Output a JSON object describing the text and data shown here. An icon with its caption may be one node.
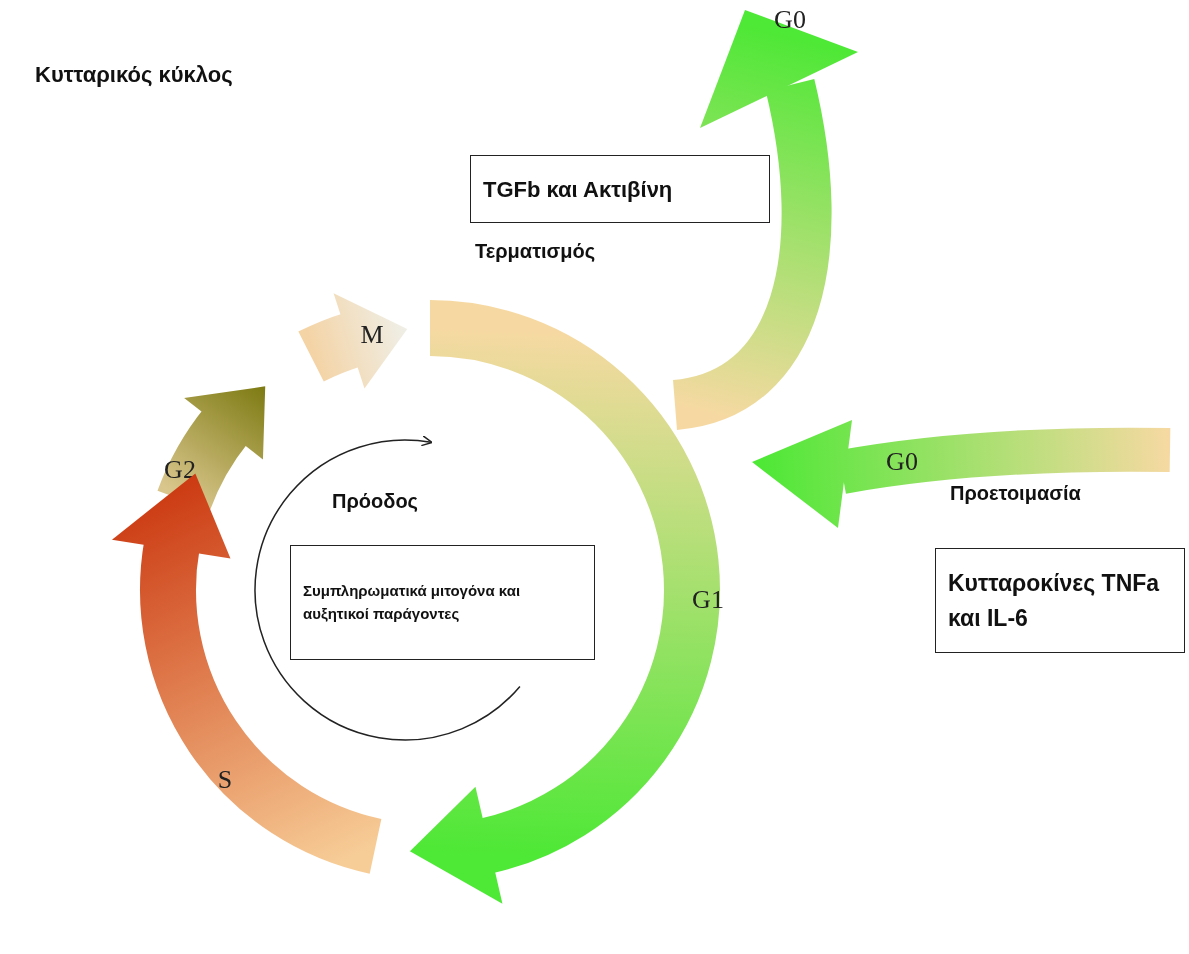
{
  "diagram": {
    "title": "Κυτταρικός κύκλος",
    "nodes": [
      {
        "text": [
          "TGFb και Ακτιβίνη"
        ]
      },
      {
        "text": [
          "G0"
        ]
      },
      {
        "text": [
          "M"
        ]
      },
      {
        "text": [
          "G2"
        ]
      },
      {
        "text": [
          "G1"
        ]
      },
      {
        "text": [
          "G0"
        ]
      },
      {
        "text": [
          "S"
        ]
      },
      {
        "text": [
          "Συμπληρωματικά μιτογόνα και αυξητικοί παράγοντες"
        ]
      },
      {
        "text": [
          "Κυτταροκίνες TNFa και IL-6"
        ]
      }
    ],
    "labels": [
      "Τερματισμός",
      "Πρόοδος",
      "Προετοιμασία"
    ]
  }
}
